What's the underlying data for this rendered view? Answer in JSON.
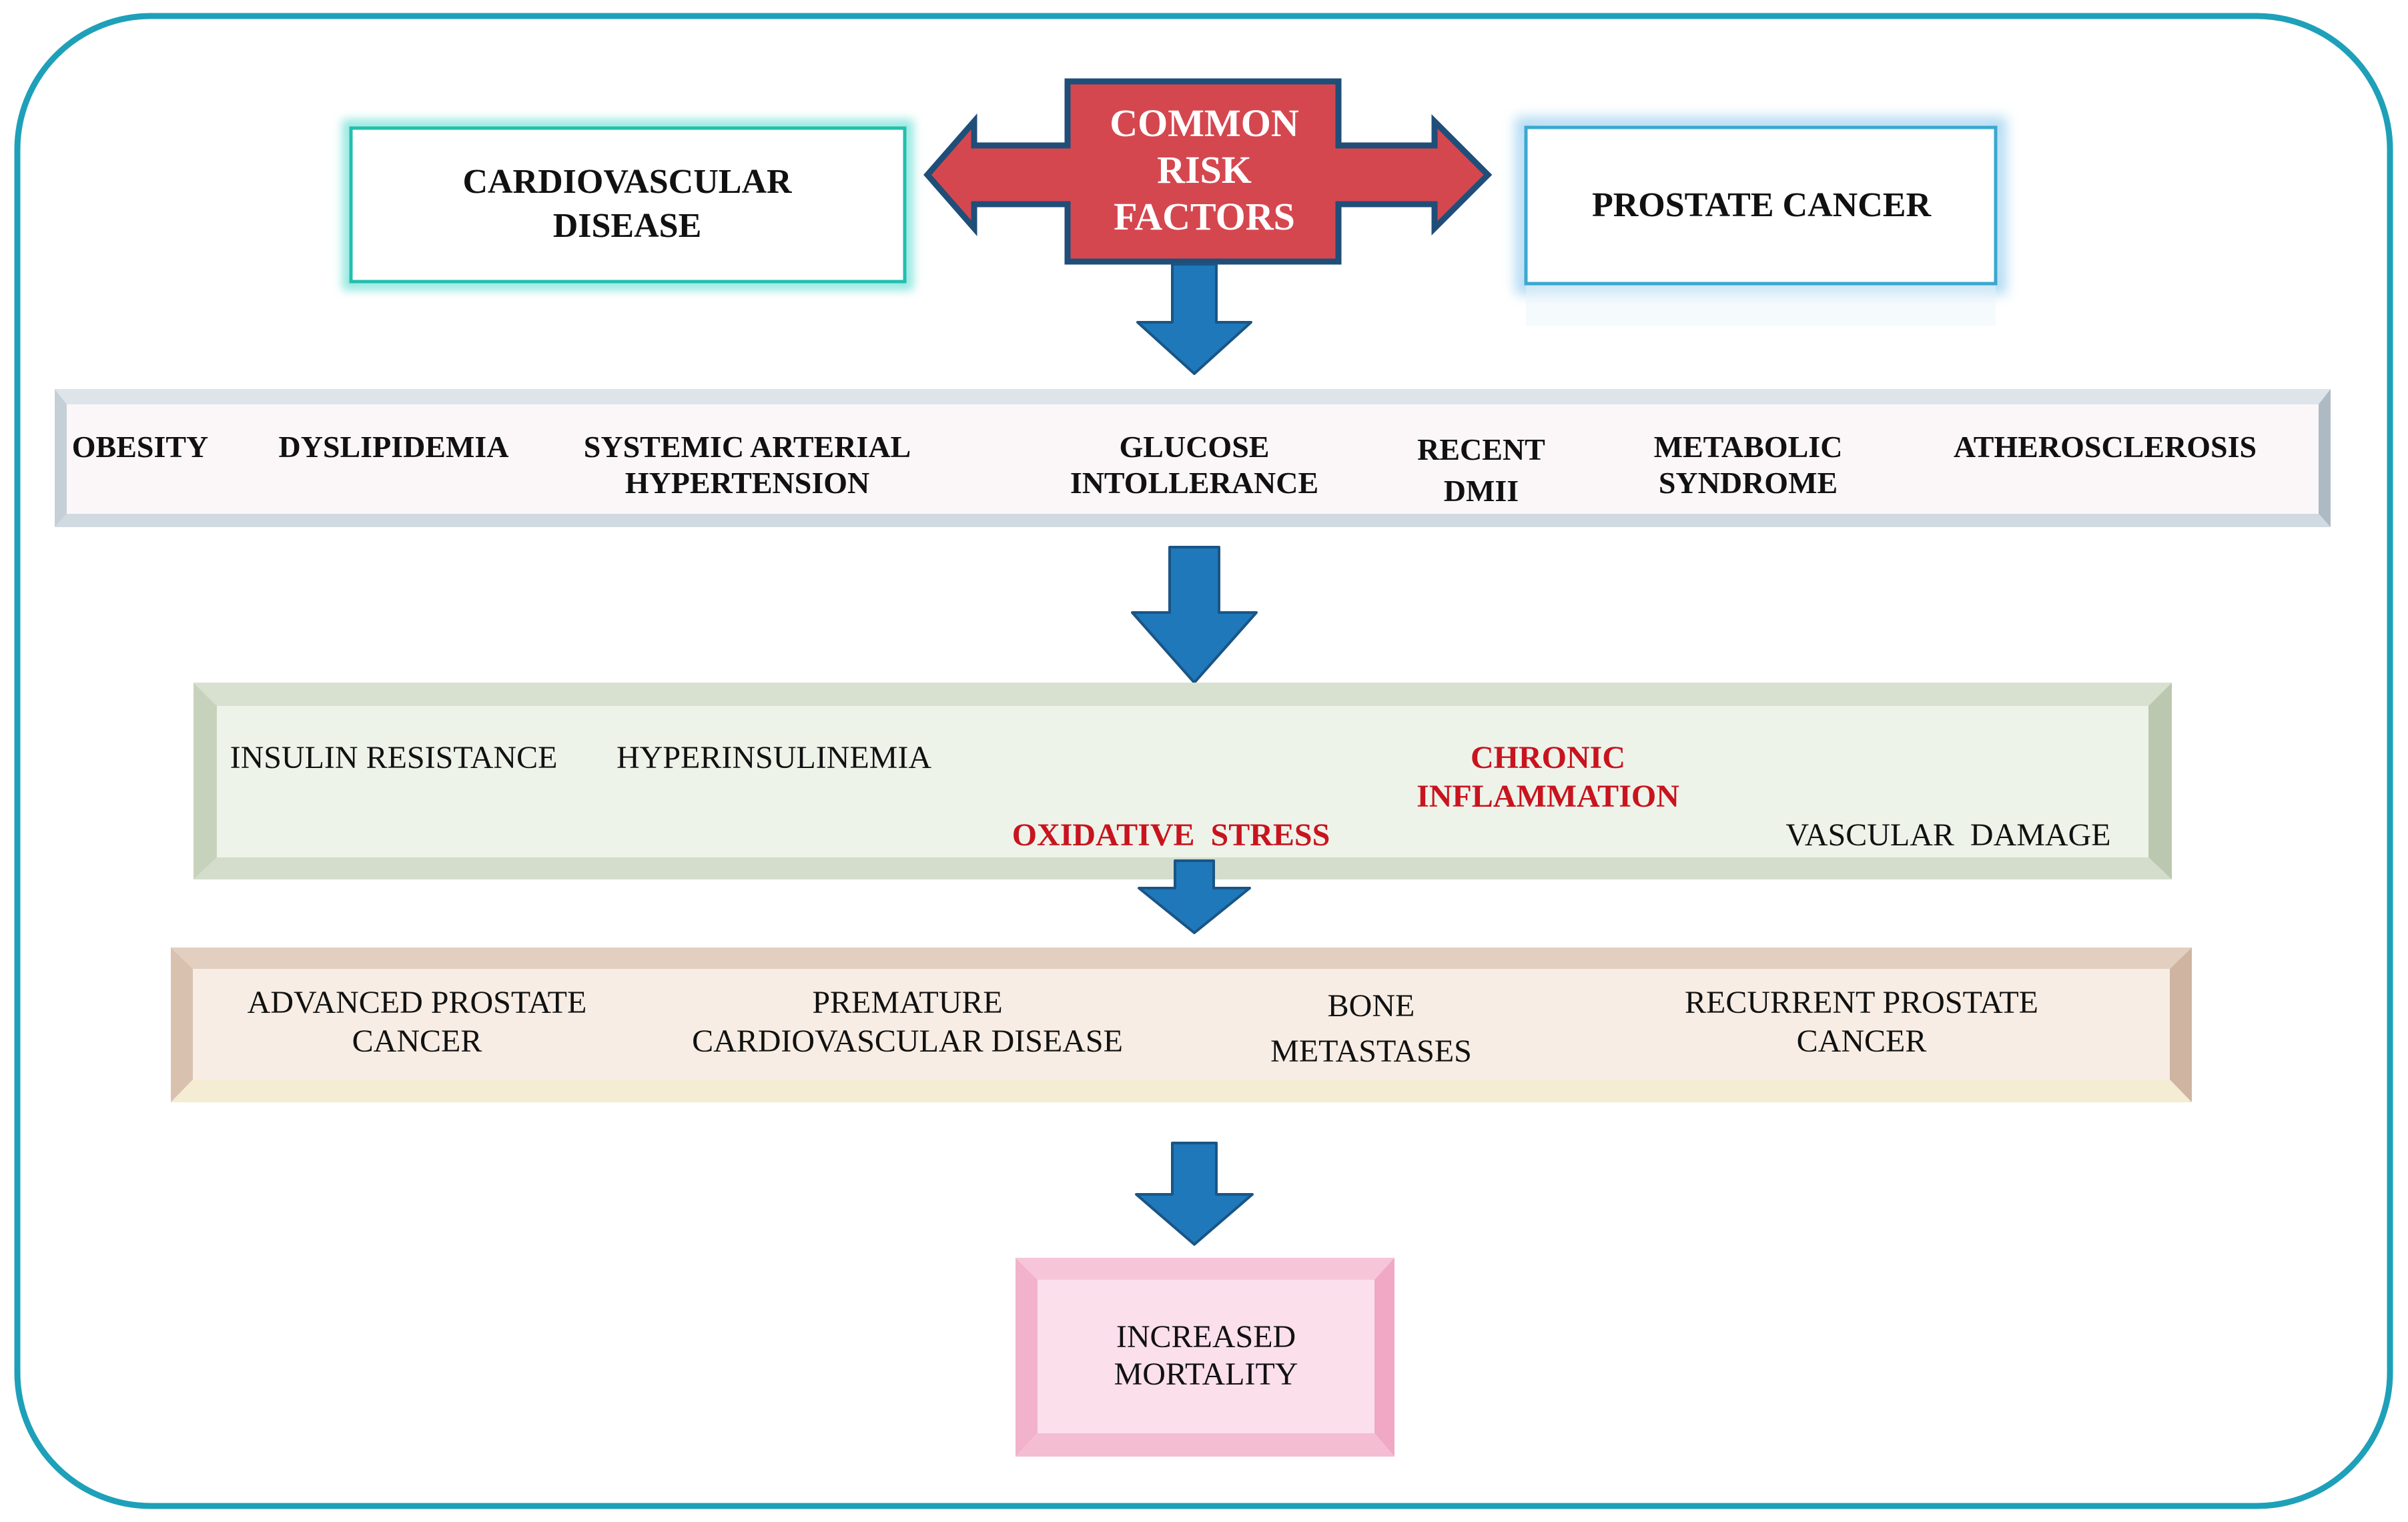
{
  "header": {
    "common_risk_factors": [
      "COMMON",
      "RISK",
      "FACTORS"
    ],
    "cardiovascular_disease": [
      "CARDIOVASCULAR",
      "DISEASE"
    ],
    "prostate_cancer": "PROSTATE CANCER"
  },
  "risk_factors": [
    [
      "OBESITY"
    ],
    [
      "DYSLIPIDEMIA"
    ],
    [
      "SYSTEMIC ARTERIAL",
      "HYPERTENSION"
    ],
    [
      "GLUCOSE",
      "INTOLLERANCE"
    ],
    [
      "RECENT",
      "DMII"
    ],
    [
      "METABOLIC",
      "SYNDROME"
    ],
    [
      "ATHEROSCLEROSIS"
    ]
  ],
  "mechanisms": [
    [
      "INSULIN RESISTANCE"
    ],
    [
      "HYPERINSULINEMIA"
    ],
    [
      "OXIDATIVE  STRESS"
    ],
    [
      "CHRONIC",
      "INFLAMMATION"
    ],
    [
      "VASCULAR  DAMAGE"
    ]
  ],
  "outcomes": [
    [
      "ADVANCED PROSTATE",
      "CANCER"
    ],
    [
      "PREMATURE",
      "CARDIOVASCULAR DISEASE"
    ],
    [
      "BONE",
      "METASTASES"
    ],
    [
      "RECURRENT PROSTATE",
      "CANCER"
    ]
  ],
  "final": [
    "INCREASED",
    "MORTALITY"
  ],
  "colors": {
    "frame": "#1ea0b9",
    "arrow_blue": "#1f78b9",
    "common_red": "#d5474f",
    "common_border": "#1f4e79",
    "risk_band": "#fbf7f8",
    "mechanism_band": "#eef3ea",
    "outcome_band": "#f7ede4",
    "mortality_box": "#fbe0ec",
    "highlight_red": "#c8141e"
  }
}
